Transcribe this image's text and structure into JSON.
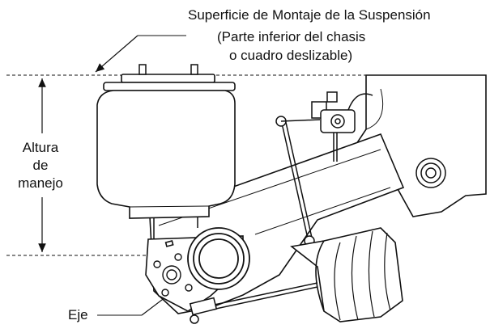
{
  "labels": {
    "mounting_surface_line1": "Superficie de Montaje de la Suspensión",
    "mounting_surface_line2": "(Parte inferior del chasis",
    "mounting_surface_line3": "o cuadro deslizable)",
    "ride_height_line1": "Altura",
    "ride_height_line2": "de",
    "ride_height_line3": "manejo",
    "axle": "Eje"
  },
  "colors": {
    "ink": "#111111",
    "paper": "#ffffff",
    "shade": "#d9d9d9"
  }
}
